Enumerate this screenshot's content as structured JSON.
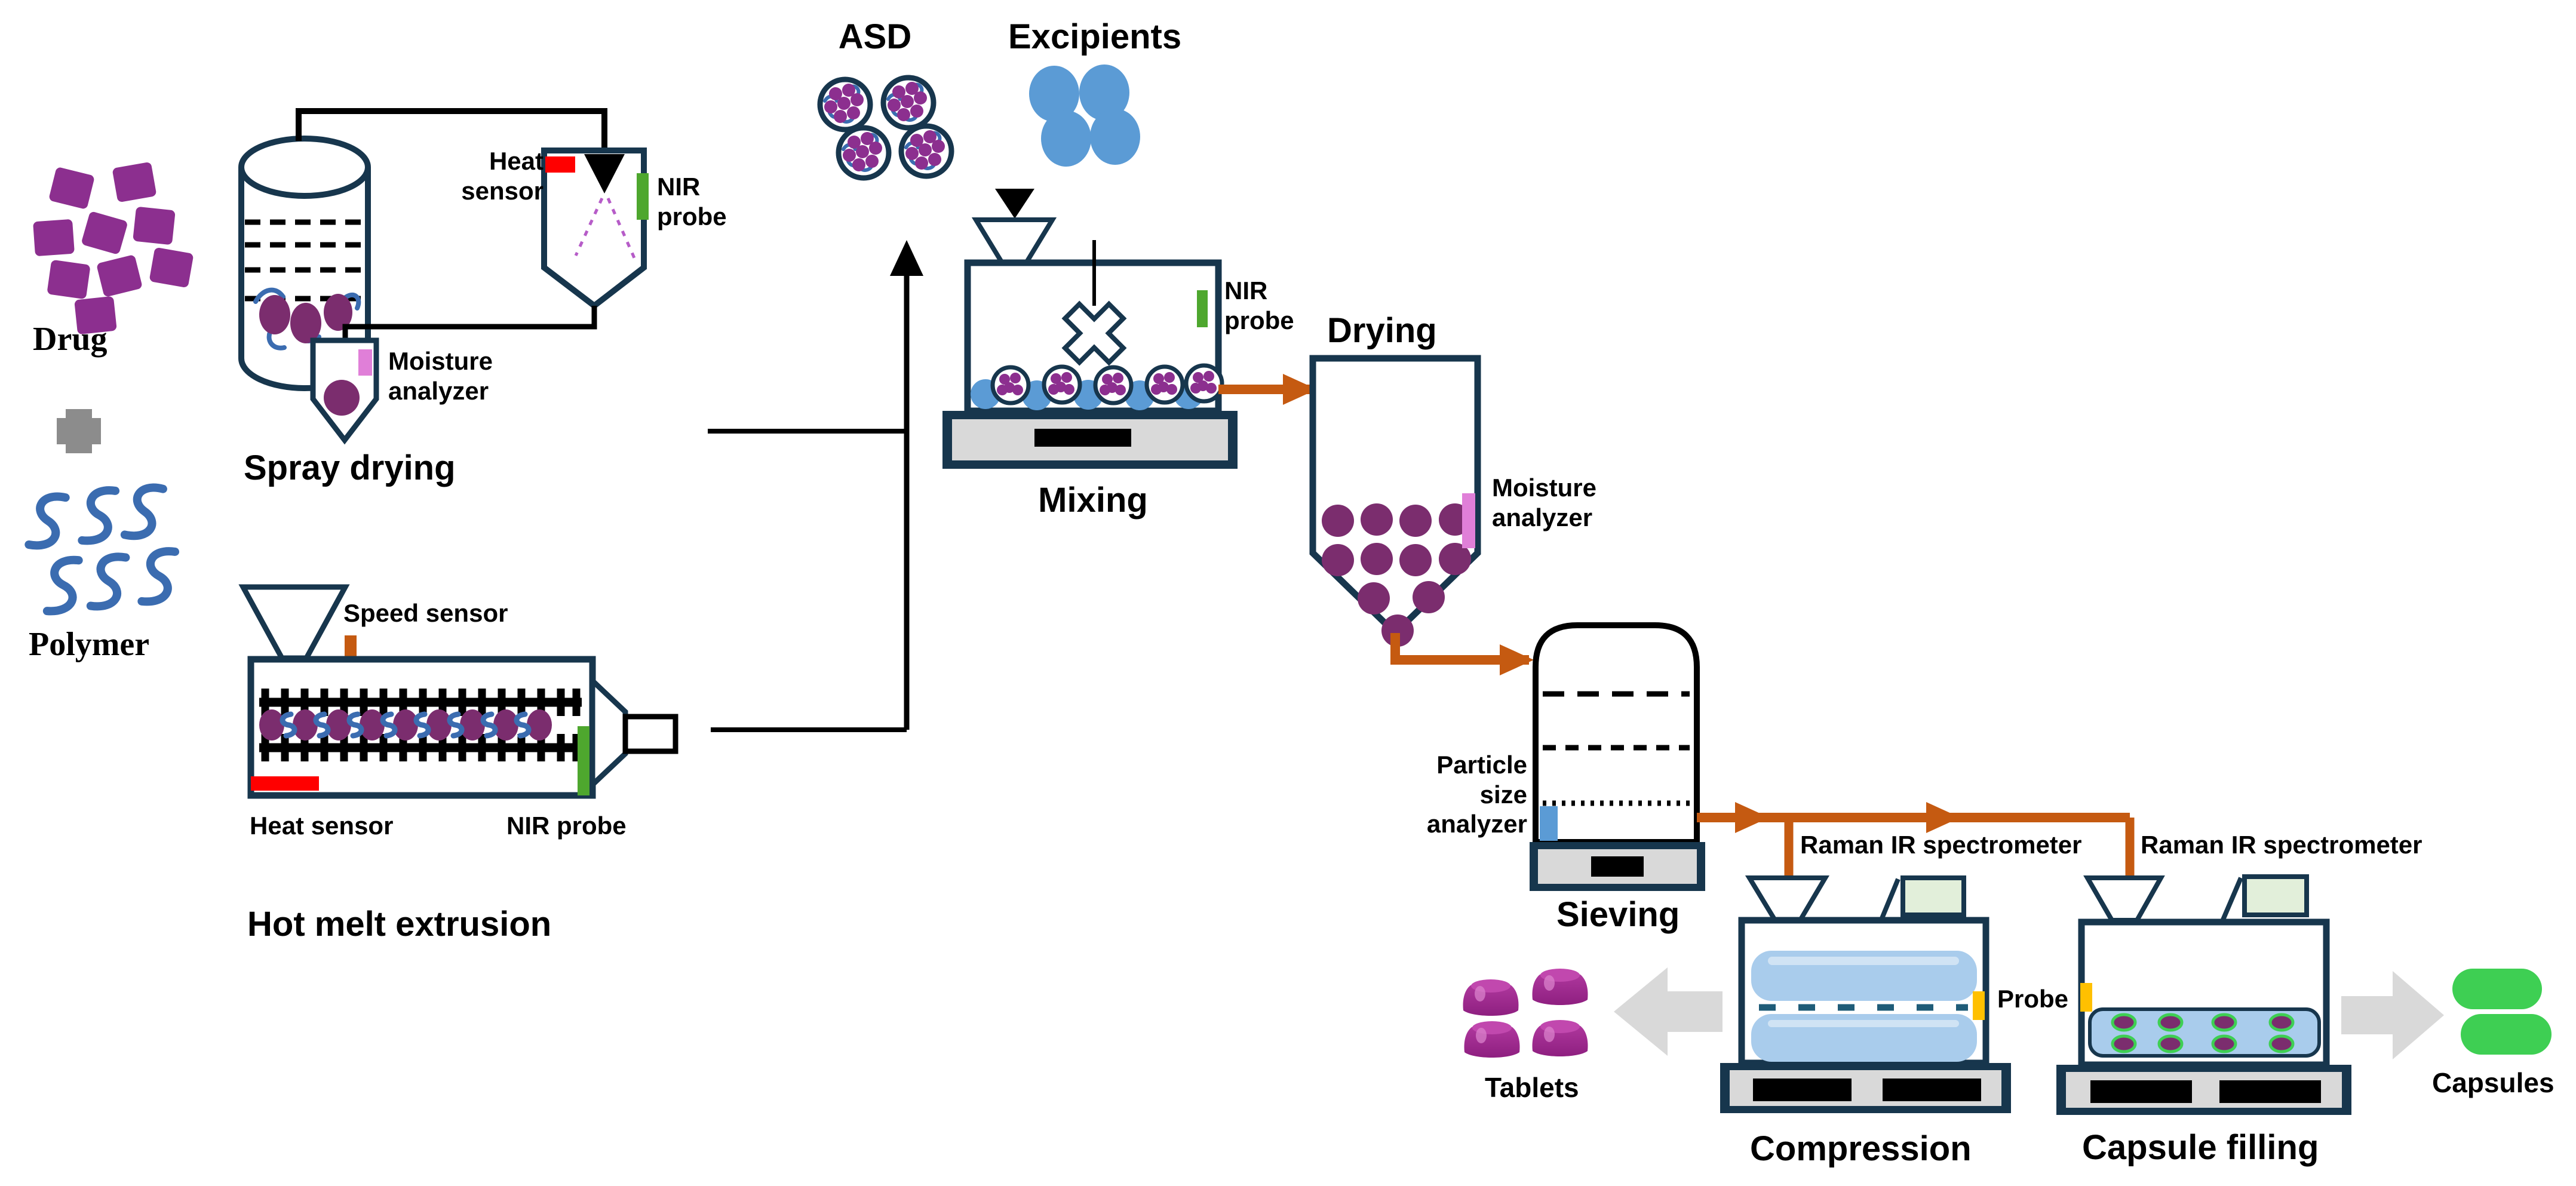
{
  "diagram": {
    "raw_materials": {
      "drug_label": "Drug",
      "polymer_label": "Polymer"
    },
    "spray_drying": {
      "title": "Spray drying",
      "heat_sensor": "Heat sensor",
      "nir_probe": "NIR probe",
      "moisture_analyzer": "Moisture analyzer"
    },
    "hot_melt_extrusion": {
      "title": "Hot melt extrusion",
      "speed_sensor": "Speed sensor",
      "heat_sensor": "Heat sensor",
      "nir_probe": "NIR probe"
    },
    "intermediates": {
      "asd_label": "ASD",
      "excipients_label": "Excipients"
    },
    "mixing": {
      "title": "Mixing",
      "nir_probe": "NIR probe"
    },
    "drying": {
      "title": "Drying",
      "moisture_analyzer": "Moisture analyzer"
    },
    "sieving": {
      "title": "Sieving",
      "particle_size_analyzer": "Particle size analyzer"
    },
    "compression": {
      "title": "Compression",
      "raman": "Raman IR spectrometer",
      "probe": "Probe",
      "output_label": "Tablets"
    },
    "capsule_filling": {
      "title": "Capsule filling",
      "raman": "Raman IR spectrometer",
      "output_label": "Capsules"
    }
  },
  "colors": {
    "navy": "#17364d",
    "purple": "#8c2f8f",
    "plum": "#7b2d6e",
    "polymer": "#3b6cb0",
    "excipient": "#5b9bd5",
    "orange": "#c55a11",
    "red": "#ff0000",
    "green": "#4ea72e",
    "orchid": "#e07fd8",
    "yellow": "#ffc000",
    "light_green": "#e2efda",
    "light_blue": "#a9ccec",
    "gray": "#d9d9d9",
    "mid_gray": "#8c8c8c",
    "tablet_dark": "#8e1f80",
    "tablet_light": "#c148ae",
    "capsule_green": "#3ecf53",
    "ink": "#000000"
  }
}
